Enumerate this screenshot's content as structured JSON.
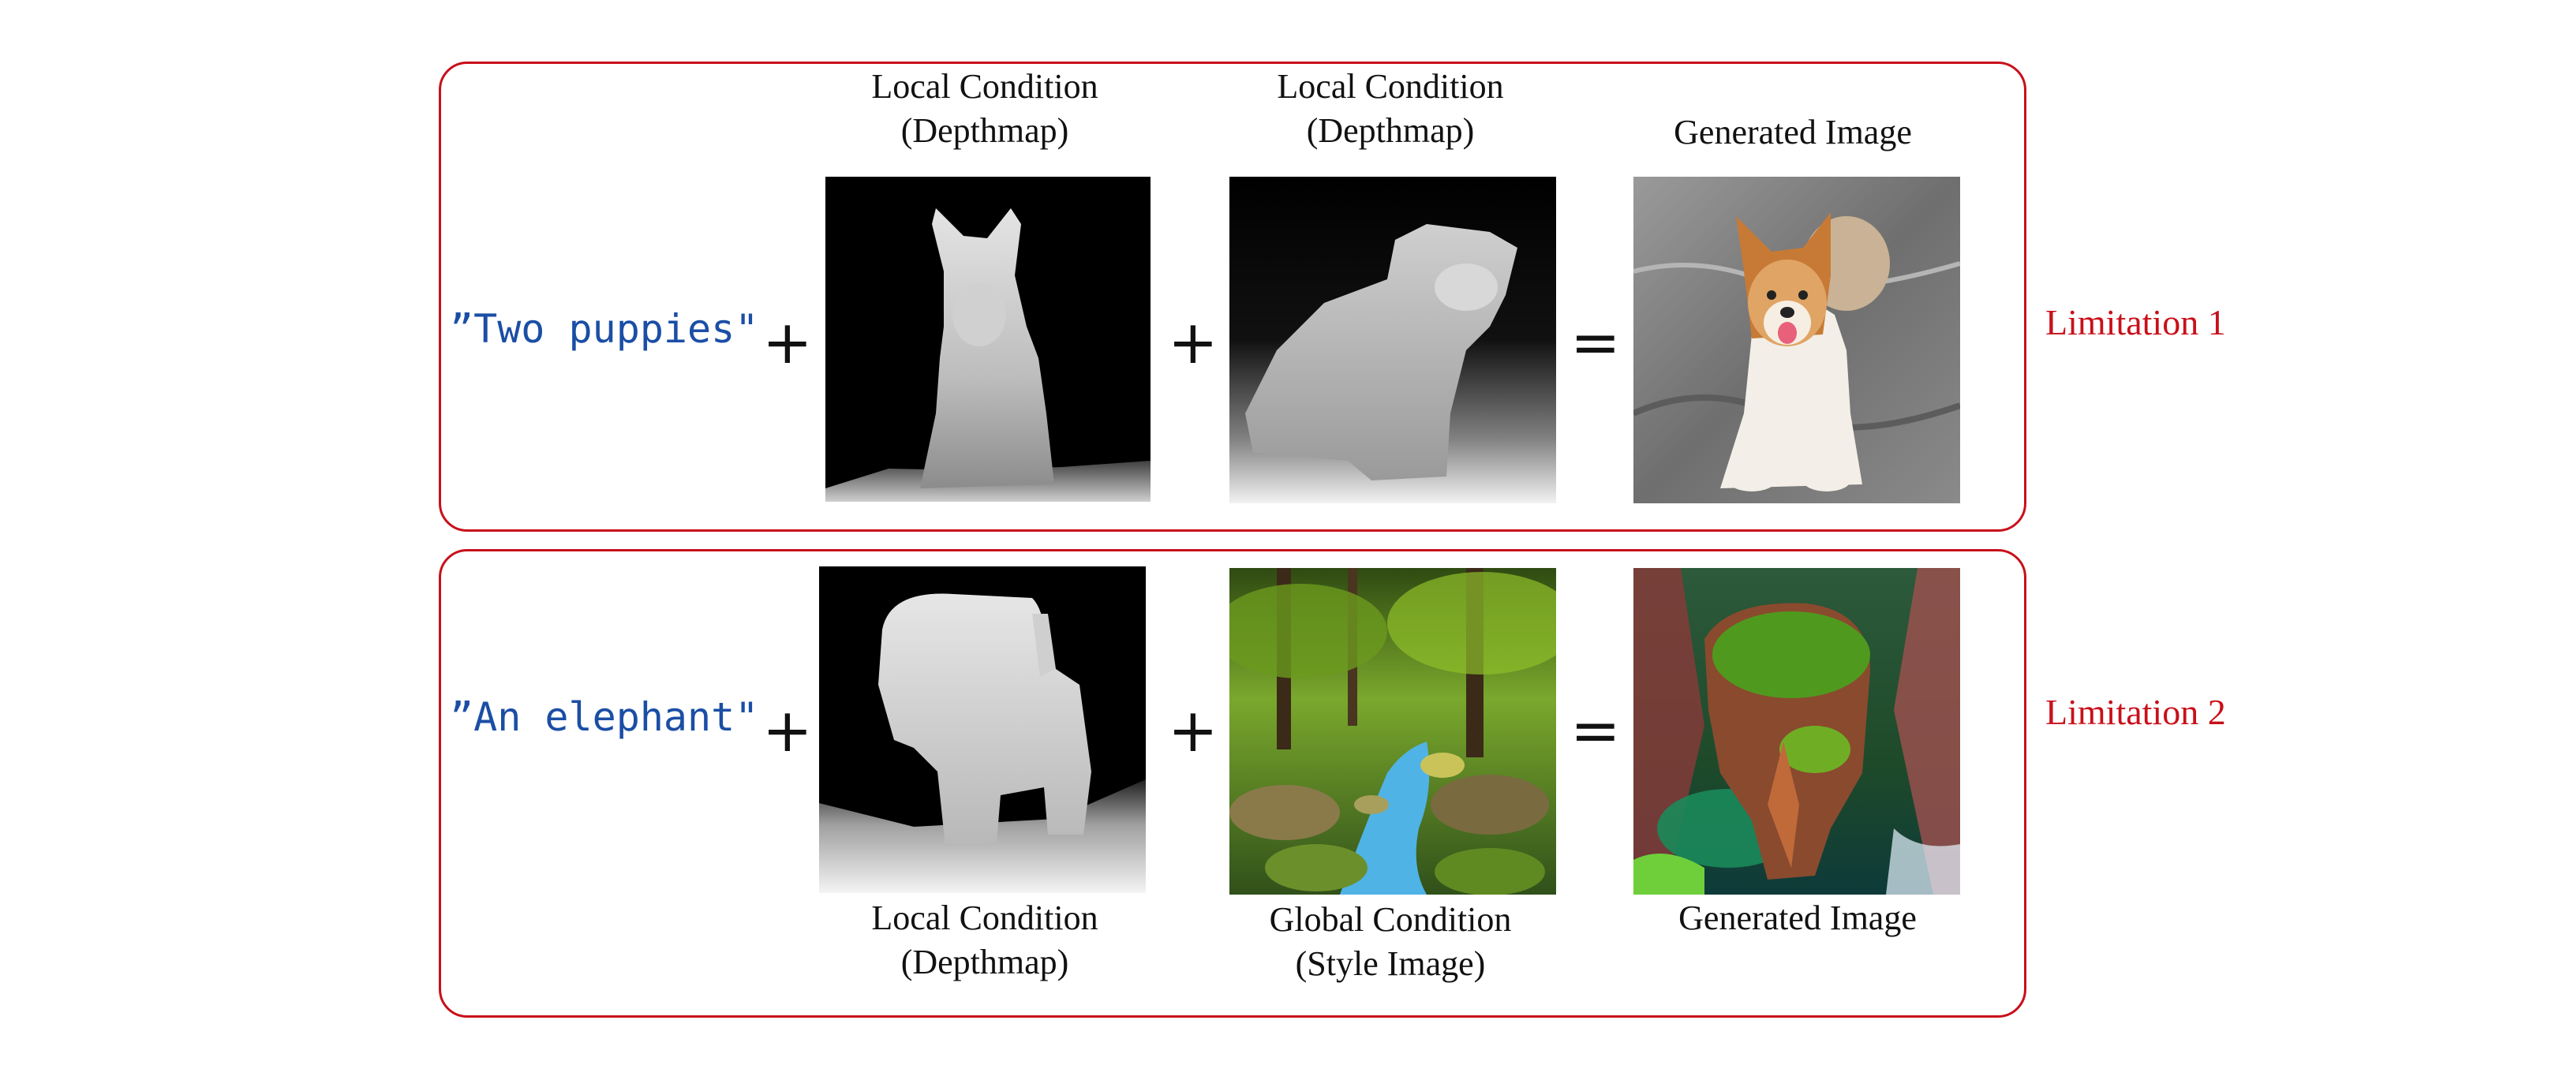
{
  "row1": {
    "prompt": "”Two puppies\"",
    "plus_1": "+",
    "plus_2": "+",
    "equals": "=",
    "caption_1": {
      "line1": "Local Condition",
      "line2": "(Depthmap)"
    },
    "caption_2": {
      "line1": "Local Condition",
      "line2": "(Depthmap)"
    },
    "caption_3": {
      "line1": "Generated Image"
    },
    "limitation": "Limitation 1"
  },
  "row2": {
    "prompt": "”An elephant\"",
    "plus_1": "+",
    "plus_2": "+",
    "equals": "=",
    "caption_1": {
      "line1": "Local Condition",
      "line2": "(Depthmap)"
    },
    "caption_2": {
      "line1": "Global Condition",
      "line2": "(Style Image)"
    },
    "caption_3": {
      "line1": "Generated Image"
    },
    "limitation": "Limitation 2"
  },
  "colors": {
    "panel_border": "#c8101a",
    "prompt_text": "#1b4ea5",
    "limitation_text": "#c8101a"
  }
}
